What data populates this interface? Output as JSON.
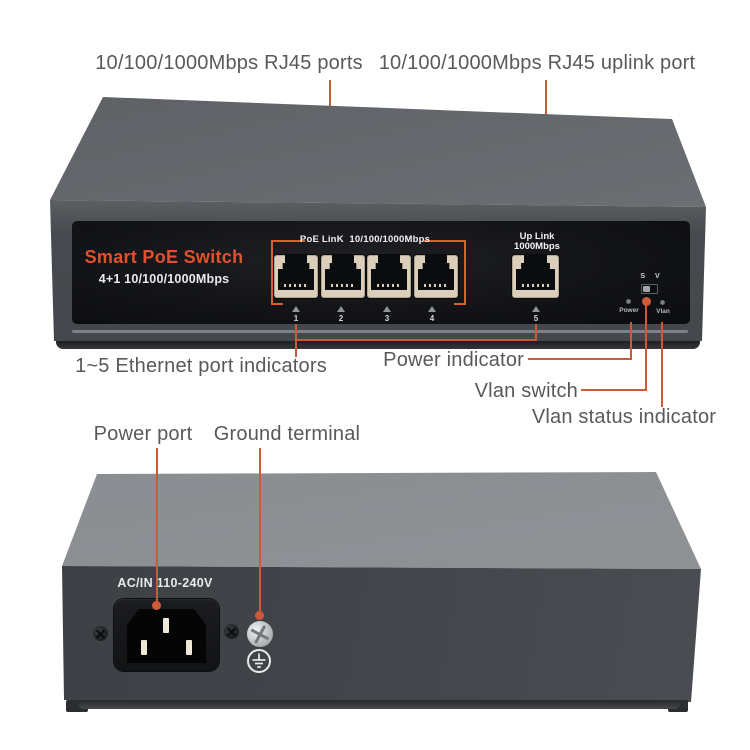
{
  "top_annotations": {
    "rj45_ports": "10/100/1000Mbps RJ45 ports",
    "uplink_port": "10/100/1000Mbps RJ45 uplink port"
  },
  "front_view": {
    "brand": "Smart PoE Switch",
    "model": "4+1 10/100/1000Mbps",
    "poe_group_label": "PoE LinK  10/100/1000Mbps",
    "uplink_line1": "Up Link",
    "uplink_line2": "1000Mbps",
    "port_numbers": [
      "1",
      "2",
      "3",
      "4",
      "5"
    ],
    "sv_label": "S V",
    "power_label": "Power",
    "vlan_label": "Vlan"
  },
  "front_annotations": {
    "port_indicators": "1~5 Ethernet port indicators",
    "power_indicator": "Power indicator",
    "vlan_switch": "Vlan switch",
    "vlan_status": "Vlan status indicator"
  },
  "back_view": {
    "ac_input": "AC/IN 110-240V"
  },
  "back_annotations": {
    "power_port": "Power port",
    "ground_terminal": "Ground terminal"
  },
  "colors": {
    "callout_accent": "#cb5a38",
    "bracket_orange": "#d8602f",
    "brand_orange": "#e2512d",
    "annotation_gray": "#58595b"
  }
}
